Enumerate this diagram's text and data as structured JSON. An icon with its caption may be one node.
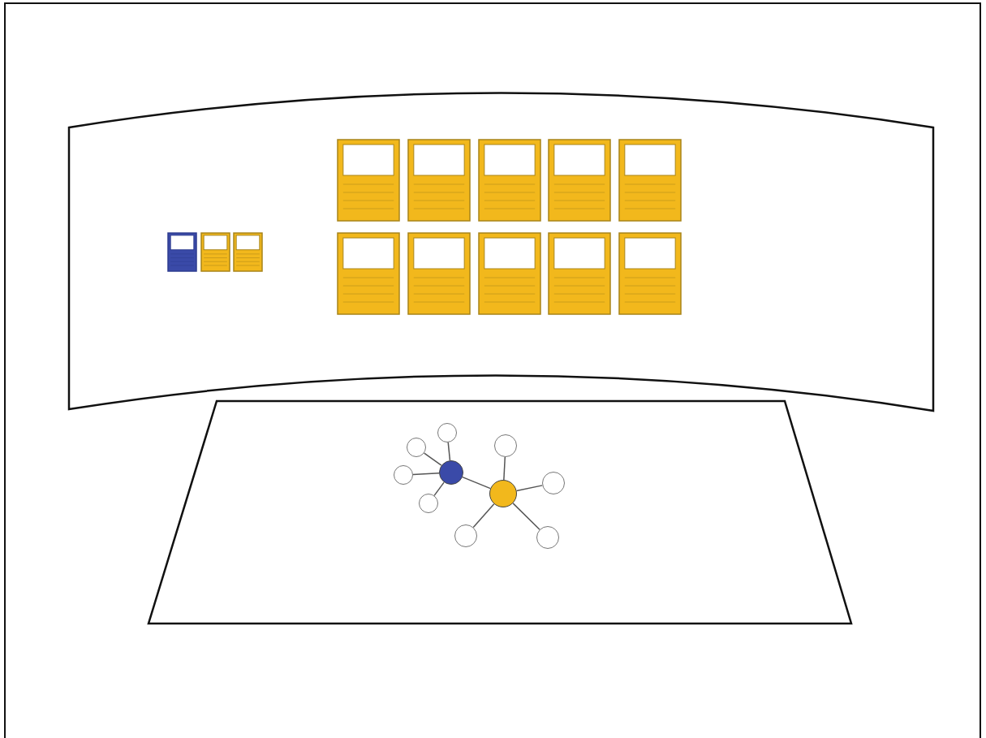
{
  "diagram": {
    "nodes": [
      {
        "text": [],
        "shape": "circle"
      },
      {
        "text": [],
        "shape": "circle"
      },
      {
        "text": [],
        "shape": "circle"
      },
      {
        "text": [],
        "shape": "circle"
      },
      {
        "text": [],
        "shape": "circle"
      },
      {
        "text": [],
        "shape": "circle"
      },
      {
        "text": [],
        "shape": "circle"
      },
      {
        "text": [],
        "shape": "circle"
      },
      {
        "text": [],
        "shape": "circle"
      },
      {
        "text": [],
        "shape": "circle"
      }
    ],
    "edges": [
      {
        "from": 3,
        "to": 0,
        "arrow": "none"
      },
      {
        "from": 3,
        "to": 2,
        "arrow": "none"
      },
      {
        "from": 3,
        "to": 4,
        "arrow": "none"
      },
      {
        "from": 3,
        "to": 7,
        "arrow": "none"
      },
      {
        "from": 3,
        "to": 6,
        "arrow": "none"
      },
      {
        "from": 6,
        "to": 1,
        "arrow": "none"
      },
      {
        "from": 6,
        "to": 5,
        "arrow": "none"
      },
      {
        "from": 6,
        "to": 8,
        "arrow": "none"
      },
      {
        "from": 6,
        "to": 9,
        "arrow": "none"
      }
    ]
  }
}
